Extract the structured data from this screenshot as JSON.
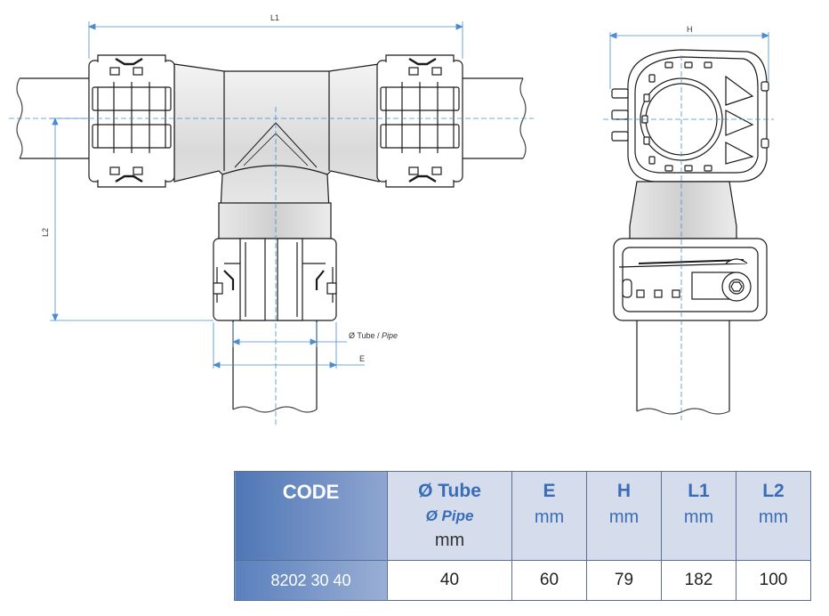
{
  "dimensions": {
    "l1": "L1",
    "l2": "L2",
    "h": "H",
    "e": "E",
    "tube": "Ø Tube / ",
    "pipe": "Pipe"
  },
  "table": {
    "headers": {
      "code": "CODE",
      "tube": "Ø Tube",
      "pipe": "Ø Pipe",
      "tube_unit": "mm",
      "e": "E",
      "e_unit": "mm",
      "h": "H",
      "h_unit": "mm",
      "l1": "L1",
      "l1_unit": "mm",
      "l2": "L2",
      "l2_unit": "mm"
    },
    "row": {
      "code": "8202 30 40",
      "tube": "40",
      "e": "60",
      "h": "79",
      "l1": "182",
      "l2": "100"
    }
  },
  "colors": {
    "accent": "#3a6db8",
    "dimension_line": "#4a8ccf",
    "table_border": "#5a6f93",
    "header_bg": "#d5dceb"
  }
}
